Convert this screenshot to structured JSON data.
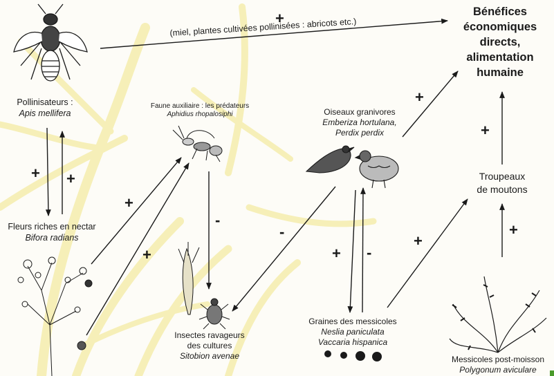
{
  "center": {
    "benefits": [
      "Bénéfices",
      "économiques",
      "directs,",
      "alimentation",
      "humaine"
    ]
  },
  "nodes": {
    "pollinators": {
      "line1": "Pollinisateurs :",
      "line2": "Apis mellifera"
    },
    "honey_note": "(miel, plantes cultivées pollinisées : abricots etc.)",
    "flowers": {
      "line1": "Fleurs riches en nectar",
      "line2": "Bifora radians"
    },
    "predators": {
      "line1": "Faune auxiliaire : les prédateurs",
      "line2": "Aphidius rhopalosiphi"
    },
    "birds": {
      "line1": "Oiseaux granivores",
      "line2": "Emberiza hortulana,",
      "line3": "Perdix perdix"
    },
    "sheep": {
      "line1": "Troupeaux",
      "line2": "de moutons"
    },
    "pests": {
      "line1": "Insectes ravageurs",
      "line2": "des cultures",
      "line3": "Sitobion avenae"
    },
    "seeds": {
      "line1": "Graines des messicoles",
      "line2": "Neslia paniculata",
      "line3": "Vaccaria hispanica"
    },
    "post_harvest": {
      "line1": "Messicoles post-moisson",
      "line2": "Polygonum aviculare"
    }
  },
  "signs": {
    "plus": "+",
    "minus": "-"
  },
  "colors": {
    "background": "#fdfcf7",
    "wheat_watermark": "#f6efb8",
    "ink": "#1a1a1a"
  }
}
